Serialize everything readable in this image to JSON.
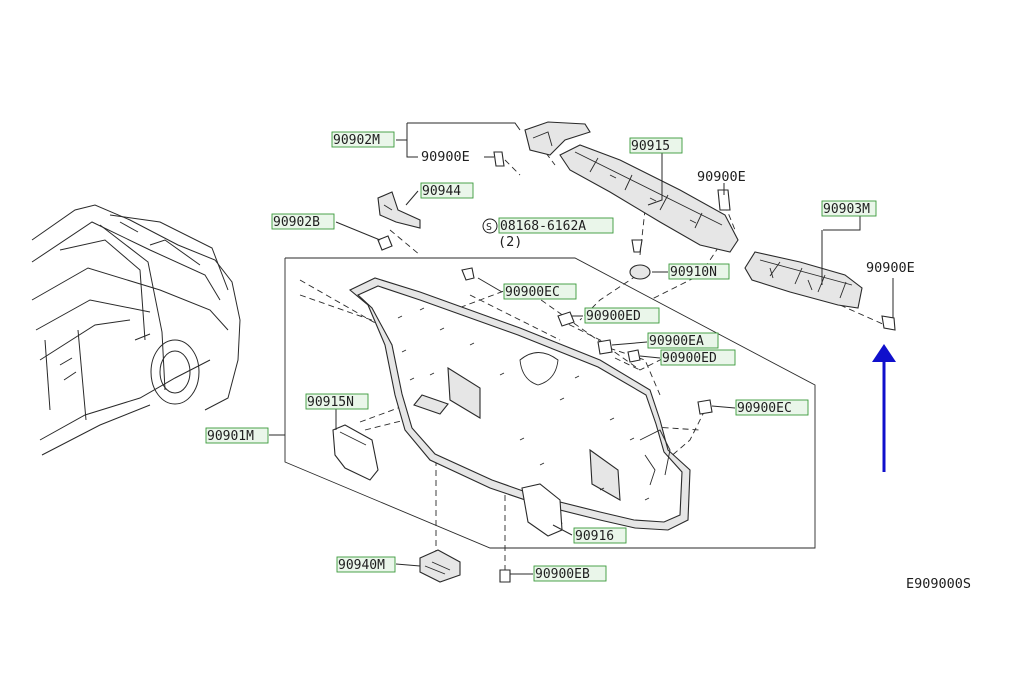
{
  "diagram_code": "E909000S",
  "callouts": {
    "p90902M": "90902M",
    "p90900E_top": "90900E",
    "p90944": "90944",
    "p90902B": "90902B",
    "p90915": "90915",
    "p90900E_right": "90900E",
    "p90903M": "90903M",
    "p90900E_far": "90900E",
    "p08168": "08168-6162A",
    "p08168_qty": "(2)",
    "p90910N": "90910N",
    "p90900EC_1": "90900EC",
    "p90900ED_1": "90900ED",
    "p90900EA": "90900EA",
    "p90900ED_2": "90900ED",
    "p90900EC_2": "90900EC",
    "p90915N": "90915N",
    "p90901M": "90901M",
    "p90916": "90916",
    "p90940M": "90940M",
    "p90900EB": "90900EB"
  },
  "symbols": {
    "screw_symbol": "S"
  },
  "colors": {
    "arrow": "#1010cc",
    "label_highlight": "#3a9a3a"
  }
}
